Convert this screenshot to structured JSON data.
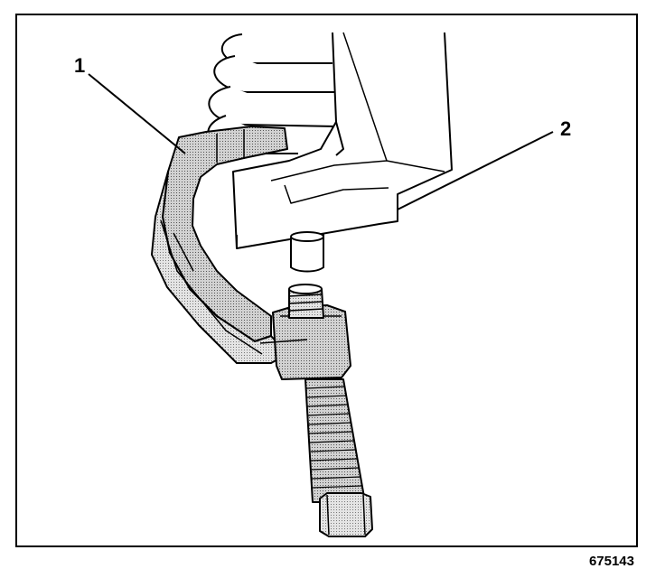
{
  "callouts": [
    {
      "id": "1",
      "label": "1",
      "target": "ball-joint-separator-tool"
    },
    {
      "id": "2",
      "label": "2",
      "target": "steering-knuckle"
    }
  ],
  "figure_id": "675143",
  "colors": {
    "line": "#000000",
    "tool_fill": "#b8b8b8",
    "background": "#ffffff"
  }
}
